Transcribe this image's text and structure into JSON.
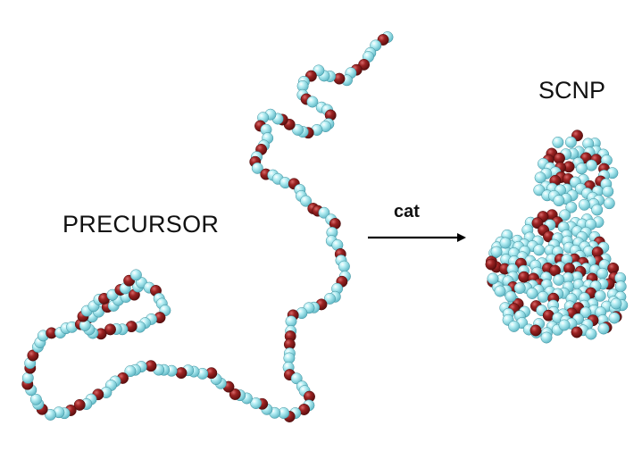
{
  "labels": {
    "precursor": "PRECURSOR",
    "scnp": "SCNP",
    "catalyst": "cat"
  },
  "colors": {
    "bead_light": "#9fe3ec",
    "bead_dark": "#8f1d1d",
    "text": "#111111",
    "arrow": "#000000"
  }
}
